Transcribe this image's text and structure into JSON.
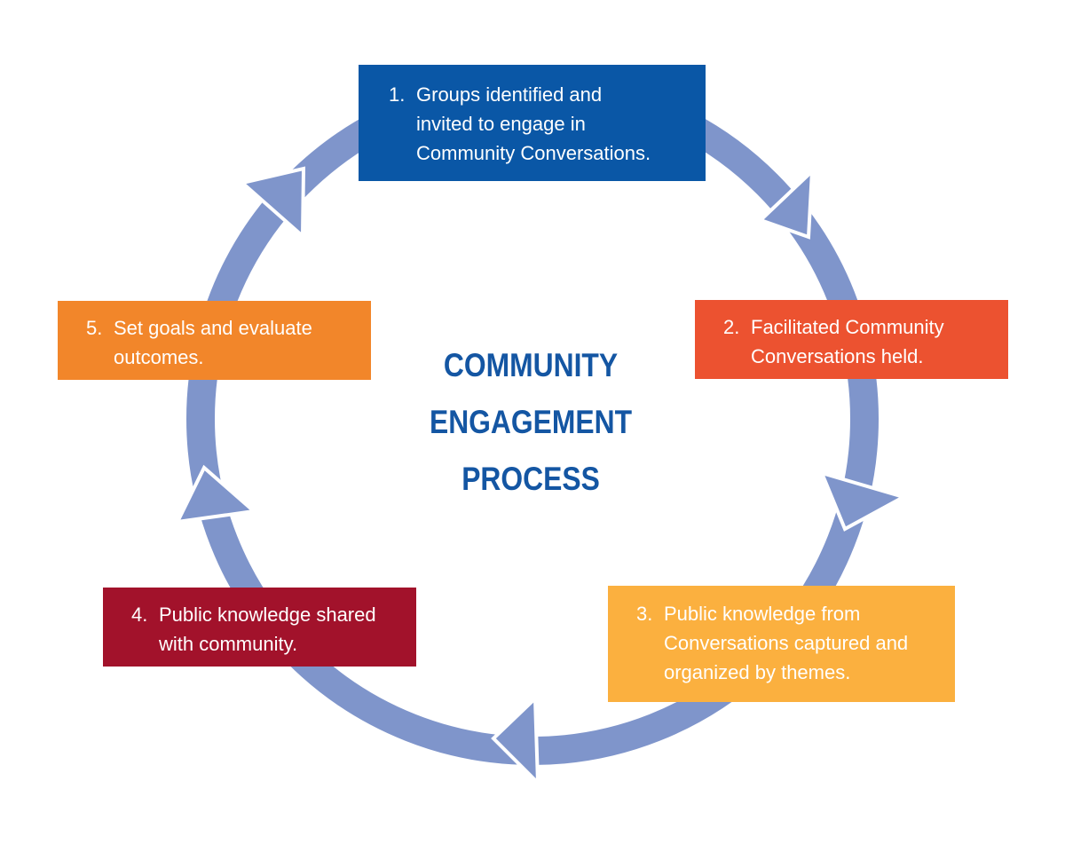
{
  "title_lines": [
    "COMMUNITY",
    "ENGAGEMENT",
    "PROCESS"
  ],
  "colors": {
    "ring": "#7f95cb",
    "title": "#1456a3",
    "step_1": "#0a57a6",
    "step_2": "#ec5230",
    "step_3": "#fbb03f",
    "step_4": "#a2122b",
    "step_5": "#f2862a"
  },
  "cycle_direction": "clockwise",
  "steps": [
    {
      "num": "1.",
      "lines": [
        "Groups identified and",
        "invited to engage in",
        "Community Conversations."
      ]
    },
    {
      "num": "2.",
      "lines": [
        "Facilitated Community",
        "Conversations held."
      ]
    },
    {
      "num": "3.",
      "lines": [
        "Public knowledge from",
        "Conversations captured and",
        "organized by themes."
      ]
    },
    {
      "num": "4.",
      "lines": [
        "Public knowledge shared",
        "with community."
      ]
    },
    {
      "num": "5.",
      "lines": [
        "Set goals and evaluate",
        "outcomes."
      ]
    }
  ]
}
